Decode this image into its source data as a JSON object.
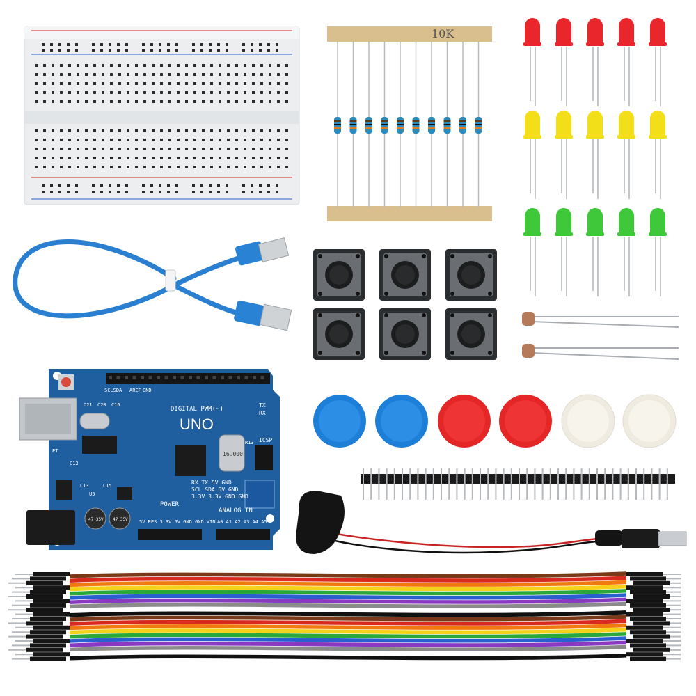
{
  "resistor_tape_label": "10K",
  "board": {
    "name": "UNO",
    "digital_label": "DIGITAL PWM(~)",
    "power_label": "POWER",
    "analog_label": "ANALOG IN",
    "icsp_label": "ICSP",
    "crystal_label": "16.000",
    "tx_label": "TX",
    "rx_label": "RX",
    "top_left_pins": "SCLSDA",
    "aref_label": "AREF",
    "gnd_label": "GND",
    "header_row1": "RX  TX  5V  GND",
    "header_row2": "SCL SDA 5V  GND",
    "header_row3": "3.3V 3.3V GND GND",
    "power_pins": "5V RES 3.3V 5V GND GND VIN",
    "analog_pins": "A0 A1 A2 A3 A4 A5",
    "cap1_label": "47 35V",
    "cap2_label": "47 35V",
    "ref_c21": "C21",
    "ref_c20": "C20",
    "ref_c16": "C16",
    "ref_r13": "R13",
    "ref_pt": "PT",
    "ref_c12": "C12",
    "ref_u5": "U5",
    "ref_c13": "C13",
    "ref_c15": "C15"
  },
  "colors": {
    "board": "#1f5fa0",
    "breadboard": "#eef0f2",
    "cable": "#2a7fd0",
    "led_red": "#e8262b",
    "led_yellow": "#f2df1a",
    "led_green": "#3fc83a",
    "cap_blue": "#1e7fd8",
    "cap_red": "#e42626",
    "cap_white": "#f3efe4"
  }
}
